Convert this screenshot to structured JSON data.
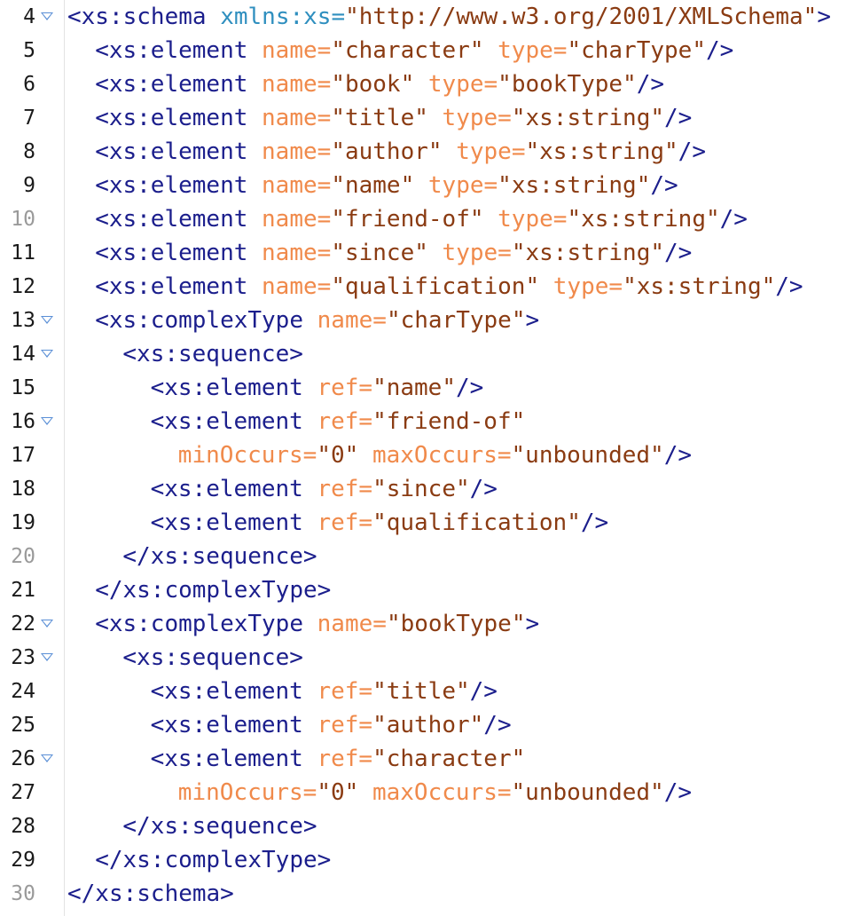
{
  "editor": {
    "lines": [
      {
        "num": "4",
        "dim": false,
        "fold": true,
        "indent": 0,
        "tokens": [
          {
            "t": "tag",
            "v": "<xs:schema"
          },
          {
            "t": "sp",
            "v": " "
          },
          {
            "t": "ns",
            "v": "xmlns:xs"
          },
          {
            "t": "ns",
            "v": "="
          },
          {
            "t": "val",
            "v": "\"http://www.w3.org/2001/XMLSchema\""
          },
          {
            "t": "tag",
            "v": ">"
          }
        ]
      },
      {
        "num": "5",
        "dim": false,
        "fold": false,
        "indent": 2,
        "tokens": [
          {
            "t": "tag",
            "v": "<xs:element"
          },
          {
            "t": "sp",
            "v": " "
          },
          {
            "t": "attr",
            "v": "name="
          },
          {
            "t": "val",
            "v": "\"character\""
          },
          {
            "t": "sp",
            "v": " "
          },
          {
            "t": "attr",
            "v": "type="
          },
          {
            "t": "val",
            "v": "\"charType\""
          },
          {
            "t": "tag",
            "v": "/>"
          }
        ]
      },
      {
        "num": "6",
        "dim": false,
        "fold": false,
        "indent": 2,
        "tokens": [
          {
            "t": "tag",
            "v": "<xs:element"
          },
          {
            "t": "sp",
            "v": " "
          },
          {
            "t": "attr",
            "v": "name="
          },
          {
            "t": "val",
            "v": "\"book\""
          },
          {
            "t": "sp",
            "v": " "
          },
          {
            "t": "attr",
            "v": "type="
          },
          {
            "t": "val",
            "v": "\"bookType\""
          },
          {
            "t": "tag",
            "v": "/>"
          }
        ]
      },
      {
        "num": "7",
        "dim": false,
        "fold": false,
        "indent": 2,
        "tokens": [
          {
            "t": "tag",
            "v": "<xs:element"
          },
          {
            "t": "sp",
            "v": " "
          },
          {
            "t": "attr",
            "v": "name="
          },
          {
            "t": "val",
            "v": "\"title\""
          },
          {
            "t": "sp",
            "v": " "
          },
          {
            "t": "attr",
            "v": "type="
          },
          {
            "t": "val",
            "v": "\"xs:string\""
          },
          {
            "t": "tag",
            "v": "/>"
          }
        ]
      },
      {
        "num": "8",
        "dim": false,
        "fold": false,
        "indent": 2,
        "tokens": [
          {
            "t": "tag",
            "v": "<xs:element"
          },
          {
            "t": "sp",
            "v": " "
          },
          {
            "t": "attr",
            "v": "name="
          },
          {
            "t": "val",
            "v": "\"author\""
          },
          {
            "t": "sp",
            "v": " "
          },
          {
            "t": "attr",
            "v": "type="
          },
          {
            "t": "val",
            "v": "\"xs:string\""
          },
          {
            "t": "tag",
            "v": "/>"
          }
        ]
      },
      {
        "num": "9",
        "dim": false,
        "fold": false,
        "indent": 2,
        "tokens": [
          {
            "t": "tag",
            "v": "<xs:element"
          },
          {
            "t": "sp",
            "v": " "
          },
          {
            "t": "attr",
            "v": "name="
          },
          {
            "t": "val",
            "v": "\"name\""
          },
          {
            "t": "sp",
            "v": " "
          },
          {
            "t": "attr",
            "v": "type="
          },
          {
            "t": "val",
            "v": "\"xs:string\""
          },
          {
            "t": "tag",
            "v": "/>"
          }
        ]
      },
      {
        "num": "10",
        "dim": true,
        "fold": false,
        "indent": 2,
        "tokens": [
          {
            "t": "tag",
            "v": "<xs:element"
          },
          {
            "t": "sp",
            "v": " "
          },
          {
            "t": "attr",
            "v": "name="
          },
          {
            "t": "val",
            "v": "\"friend-of\""
          },
          {
            "t": "sp",
            "v": " "
          },
          {
            "t": "attr",
            "v": "type="
          },
          {
            "t": "val",
            "v": "\"xs:string\""
          },
          {
            "t": "tag",
            "v": "/>"
          }
        ]
      },
      {
        "num": "11",
        "dim": false,
        "fold": false,
        "indent": 2,
        "tokens": [
          {
            "t": "tag",
            "v": "<xs:element"
          },
          {
            "t": "sp",
            "v": " "
          },
          {
            "t": "attr",
            "v": "name="
          },
          {
            "t": "val",
            "v": "\"since\""
          },
          {
            "t": "sp",
            "v": " "
          },
          {
            "t": "attr",
            "v": "type="
          },
          {
            "t": "val",
            "v": "\"xs:string\""
          },
          {
            "t": "tag",
            "v": "/>"
          }
        ]
      },
      {
        "num": "12",
        "dim": false,
        "fold": false,
        "indent": 2,
        "tokens": [
          {
            "t": "tag",
            "v": "<xs:element"
          },
          {
            "t": "sp",
            "v": " "
          },
          {
            "t": "attr",
            "v": "name="
          },
          {
            "t": "val",
            "v": "\"qualification\""
          },
          {
            "t": "sp",
            "v": " "
          },
          {
            "t": "attr",
            "v": "type="
          },
          {
            "t": "val",
            "v": "\"xs:string\""
          },
          {
            "t": "tag",
            "v": "/>"
          }
        ]
      },
      {
        "num": "13",
        "dim": false,
        "fold": true,
        "indent": 2,
        "tokens": [
          {
            "t": "tag",
            "v": "<xs:complexType"
          },
          {
            "t": "sp",
            "v": " "
          },
          {
            "t": "attr",
            "v": "name="
          },
          {
            "t": "val",
            "v": "\"charType\""
          },
          {
            "t": "tag",
            "v": ">"
          }
        ]
      },
      {
        "num": "14",
        "dim": false,
        "fold": true,
        "indent": 4,
        "tokens": [
          {
            "t": "tag",
            "v": "<xs:sequence>"
          }
        ]
      },
      {
        "num": "15",
        "dim": false,
        "fold": false,
        "indent": 6,
        "tokens": [
          {
            "t": "tag",
            "v": "<xs:element"
          },
          {
            "t": "sp",
            "v": " "
          },
          {
            "t": "attr",
            "v": "ref="
          },
          {
            "t": "val",
            "v": "\"name\""
          },
          {
            "t": "tag",
            "v": "/>"
          }
        ]
      },
      {
        "num": "16",
        "dim": false,
        "fold": true,
        "indent": 6,
        "tokens": [
          {
            "t": "tag",
            "v": "<xs:element"
          },
          {
            "t": "sp",
            "v": " "
          },
          {
            "t": "attr",
            "v": "ref="
          },
          {
            "t": "val",
            "v": "\"friend-of\""
          }
        ]
      },
      {
        "num": "17",
        "dim": false,
        "fold": false,
        "indent": 8,
        "tokens": [
          {
            "t": "attr",
            "v": "minOccurs="
          },
          {
            "t": "val",
            "v": "\"0\""
          },
          {
            "t": "sp",
            "v": " "
          },
          {
            "t": "attr",
            "v": "maxOccurs="
          },
          {
            "t": "val",
            "v": "\"unbounded\""
          },
          {
            "t": "tag",
            "v": "/>"
          }
        ]
      },
      {
        "num": "18",
        "dim": false,
        "fold": false,
        "indent": 6,
        "tokens": [
          {
            "t": "tag",
            "v": "<xs:element"
          },
          {
            "t": "sp",
            "v": " "
          },
          {
            "t": "attr",
            "v": "ref="
          },
          {
            "t": "val",
            "v": "\"since\""
          },
          {
            "t": "tag",
            "v": "/>"
          }
        ]
      },
      {
        "num": "19",
        "dim": false,
        "fold": false,
        "indent": 6,
        "tokens": [
          {
            "t": "tag",
            "v": "<xs:element"
          },
          {
            "t": "sp",
            "v": " "
          },
          {
            "t": "attr",
            "v": "ref="
          },
          {
            "t": "val",
            "v": "\"qualification\""
          },
          {
            "t": "tag",
            "v": "/>"
          }
        ]
      },
      {
        "num": "20",
        "dim": true,
        "fold": false,
        "indent": 4,
        "tokens": [
          {
            "t": "tag",
            "v": "</xs:sequence>"
          }
        ]
      },
      {
        "num": "21",
        "dim": false,
        "fold": false,
        "indent": 2,
        "tokens": [
          {
            "t": "tag",
            "v": "</xs:complexType>"
          }
        ]
      },
      {
        "num": "22",
        "dim": false,
        "fold": true,
        "indent": 2,
        "tokens": [
          {
            "t": "tag",
            "v": "<xs:complexType"
          },
          {
            "t": "sp",
            "v": " "
          },
          {
            "t": "attr",
            "v": "name="
          },
          {
            "t": "val",
            "v": "\"bookType\""
          },
          {
            "t": "tag",
            "v": ">"
          }
        ]
      },
      {
        "num": "23",
        "dim": false,
        "fold": true,
        "indent": 4,
        "tokens": [
          {
            "t": "tag",
            "v": "<xs:sequence>"
          }
        ]
      },
      {
        "num": "24",
        "dim": false,
        "fold": false,
        "indent": 6,
        "tokens": [
          {
            "t": "tag",
            "v": "<xs:element"
          },
          {
            "t": "sp",
            "v": " "
          },
          {
            "t": "attr",
            "v": "ref="
          },
          {
            "t": "val",
            "v": "\"title\""
          },
          {
            "t": "tag",
            "v": "/>"
          }
        ]
      },
      {
        "num": "25",
        "dim": false,
        "fold": false,
        "indent": 6,
        "tokens": [
          {
            "t": "tag",
            "v": "<xs:element"
          },
          {
            "t": "sp",
            "v": " "
          },
          {
            "t": "attr",
            "v": "ref="
          },
          {
            "t": "val",
            "v": "\"author\""
          },
          {
            "t": "tag",
            "v": "/>"
          }
        ]
      },
      {
        "num": "26",
        "dim": false,
        "fold": true,
        "indent": 6,
        "tokens": [
          {
            "t": "tag",
            "v": "<xs:element"
          },
          {
            "t": "sp",
            "v": " "
          },
          {
            "t": "attr",
            "v": "ref="
          },
          {
            "t": "val",
            "v": "\"character\""
          }
        ]
      },
      {
        "num": "27",
        "dim": false,
        "fold": false,
        "indent": 8,
        "tokens": [
          {
            "t": "attr",
            "v": "minOccurs="
          },
          {
            "t": "val",
            "v": "\"0\""
          },
          {
            "t": "sp",
            "v": " "
          },
          {
            "t": "attr",
            "v": "maxOccurs="
          },
          {
            "t": "val",
            "v": "\"unbounded\""
          },
          {
            "t": "tag",
            "v": "/>"
          }
        ]
      },
      {
        "num": "28",
        "dim": false,
        "fold": false,
        "indent": 4,
        "tokens": [
          {
            "t": "tag",
            "v": "</xs:sequence>"
          }
        ]
      },
      {
        "num": "29",
        "dim": false,
        "fold": false,
        "indent": 2,
        "tokens": [
          {
            "t": "tag",
            "v": "</xs:complexType>"
          }
        ]
      },
      {
        "num": "30",
        "dim": true,
        "fold": false,
        "indent": 0,
        "tokens": [
          {
            "t": "tag",
            "v": "</xs:schema>"
          }
        ]
      }
    ]
  },
  "colors": {
    "tag": "#1b1e8c",
    "attribute": "#f08a4b",
    "namespace": "#2f8fbf",
    "value": "#8a3b12",
    "fold_marker": "#5a8fd6"
  }
}
